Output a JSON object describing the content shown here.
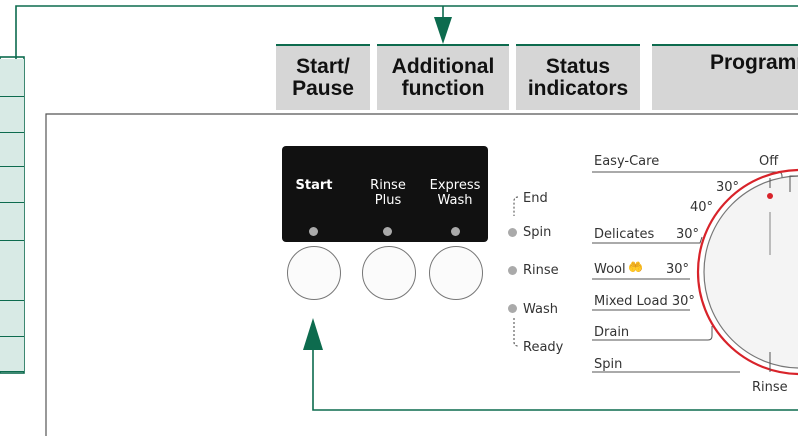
{
  "headers": {
    "start_pause": [
      "Start/",
      "Pause"
    ],
    "additional_function": [
      "Additional",
      "function"
    ],
    "status_indicators": [
      "Status",
      "indicators"
    ],
    "programme": "Programm"
  },
  "buttons": {
    "start": "Start",
    "rinse_plus": [
      "Rinse",
      "Plus"
    ],
    "express_wash": [
      "Express",
      "Wash"
    ]
  },
  "status": {
    "end": "End",
    "spin": "Spin",
    "rinse": "Rinse",
    "wash": "Wash",
    "ready": "Ready"
  },
  "programmes": {
    "easy_care": "Easy-Care",
    "temp_30": "30°",
    "temp_40": "40°",
    "delicates": "Delicates",
    "delicates_temp": "30°",
    "wool": "Wool",
    "wool_temp": "30°",
    "mixed_load": "Mixed Load 30°",
    "drain": "Drain",
    "spin": "Spin"
  },
  "dial": {
    "off": "Off",
    "rinse": "Rinse"
  },
  "colors": {
    "accent_green": "#0d6b4e",
    "dial_red": "#d8232a",
    "panel_black": "#111111",
    "tab_grey": "#d6d6d6"
  }
}
